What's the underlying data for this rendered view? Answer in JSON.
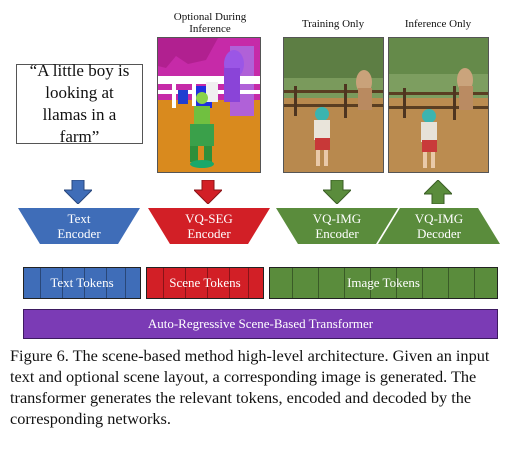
{
  "headers": {
    "optional": "Optional During Inference",
    "training": "Training Only",
    "inference": "Inference Only"
  },
  "input_text": "“A little boy is looking at llamas in a farm”",
  "encoders": {
    "text": {
      "line1": "Text",
      "line2": "Encoder"
    },
    "vqseg": {
      "line1": "VQ-SEG",
      "line2": "Encoder"
    },
    "vqimg_enc": {
      "line1": "VQ-IMG",
      "line2": "Encoder"
    },
    "vqimg_dec": {
      "line1": "VQ-IMG",
      "line2": "Decoder"
    }
  },
  "tokens": {
    "text": "Text Tokens",
    "scene": "Scene Tokens",
    "image": "Image Tokens"
  },
  "transformer": "Auto-Regressive Scene-Based Transformer",
  "caption": "Figure 6. The scene-based method high-level architecture. Given an input text and optional scene layout, a corresponding image is generated. The transformer generates the relevant tokens, encoded and decoded by the corresponding networks.",
  "colors": {
    "text_blue": "#3f6db8",
    "seg_red": "#d21f26",
    "img_green": "#5a8c3c",
    "transformer_purple": "#7b3bb5"
  }
}
